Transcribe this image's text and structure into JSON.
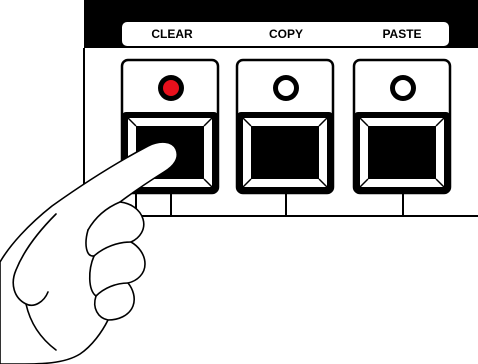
{
  "panel": {
    "buttons": [
      {
        "label": "CLEAR",
        "led": "on",
        "led_color": "#e8101c",
        "pressed": true
      },
      {
        "label": "COPY",
        "led": "off",
        "led_color": "#ffffff",
        "pressed": false
      },
      {
        "label": "PASTE",
        "led": "off",
        "led_color": "#ffffff",
        "pressed": false
      }
    ]
  },
  "hand": {
    "icon": "pointing-hand-icon",
    "pressing": "CLEAR"
  },
  "colors": {
    "panel_top": "#000000",
    "label_strip": "#ffffff",
    "outline": "#000000",
    "background": "#ffffff"
  }
}
